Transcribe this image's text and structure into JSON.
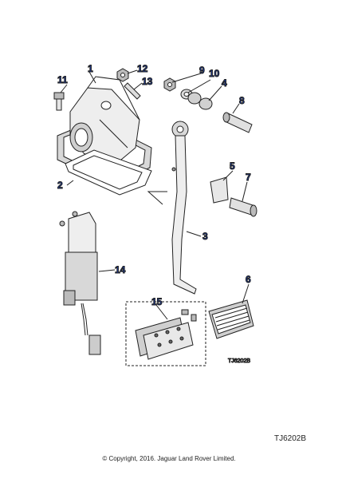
{
  "callouts": {
    "c1": "1",
    "c2": "2",
    "c3": "3",
    "c4": "4",
    "c5": "5",
    "c6": "6",
    "c7": "7",
    "c8": "8",
    "c9": "9",
    "c10": "10",
    "c11": "11",
    "c12": "12",
    "c13": "13",
    "c14": "14",
    "c15": "15"
  },
  "diagram_ref": "TJ6202B",
  "footer": {
    "code": "TJ6202B",
    "copyright": "© Copyright, 2016. Jaguar Land Rover Limited."
  },
  "colors": {
    "callout": "#1a3fb0",
    "line": "#222222",
    "shade": "#d8d8d8"
  }
}
